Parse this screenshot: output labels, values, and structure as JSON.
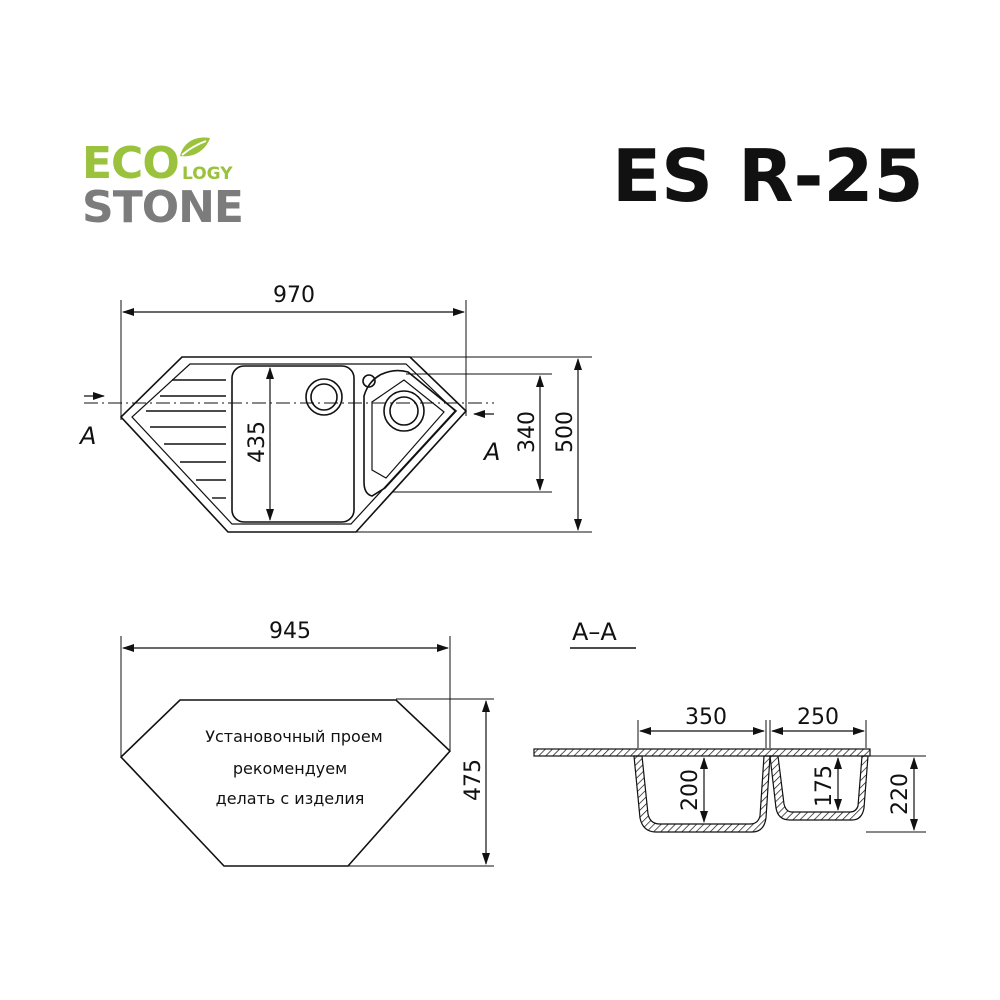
{
  "brand": {
    "eco": "ECO",
    "logy": "LOGY",
    "stone": "STONE",
    "accent_color": "#9ac23c",
    "secondary_color": "#7c7c7c",
    "leaf": "leaf-icon"
  },
  "model": "ES R-25",
  "top_view": {
    "overall_width": "970",
    "main_bowl_depth": "435",
    "small_bowl_depth": "340",
    "overall_depth": "500",
    "section_mark_left": "A",
    "section_mark_right": "A"
  },
  "cutout_view": {
    "width": "945",
    "depth": "475",
    "note_lines": [
      "Установочный проем",
      "рекомендуем",
      "делать с изделия"
    ]
  },
  "section_view": {
    "label": "A–A",
    "main_bowl_width": "350",
    "small_bowl_width": "250",
    "main_bowl_depth": "200",
    "small_bowl_depth": "175",
    "overall_height": "220"
  }
}
